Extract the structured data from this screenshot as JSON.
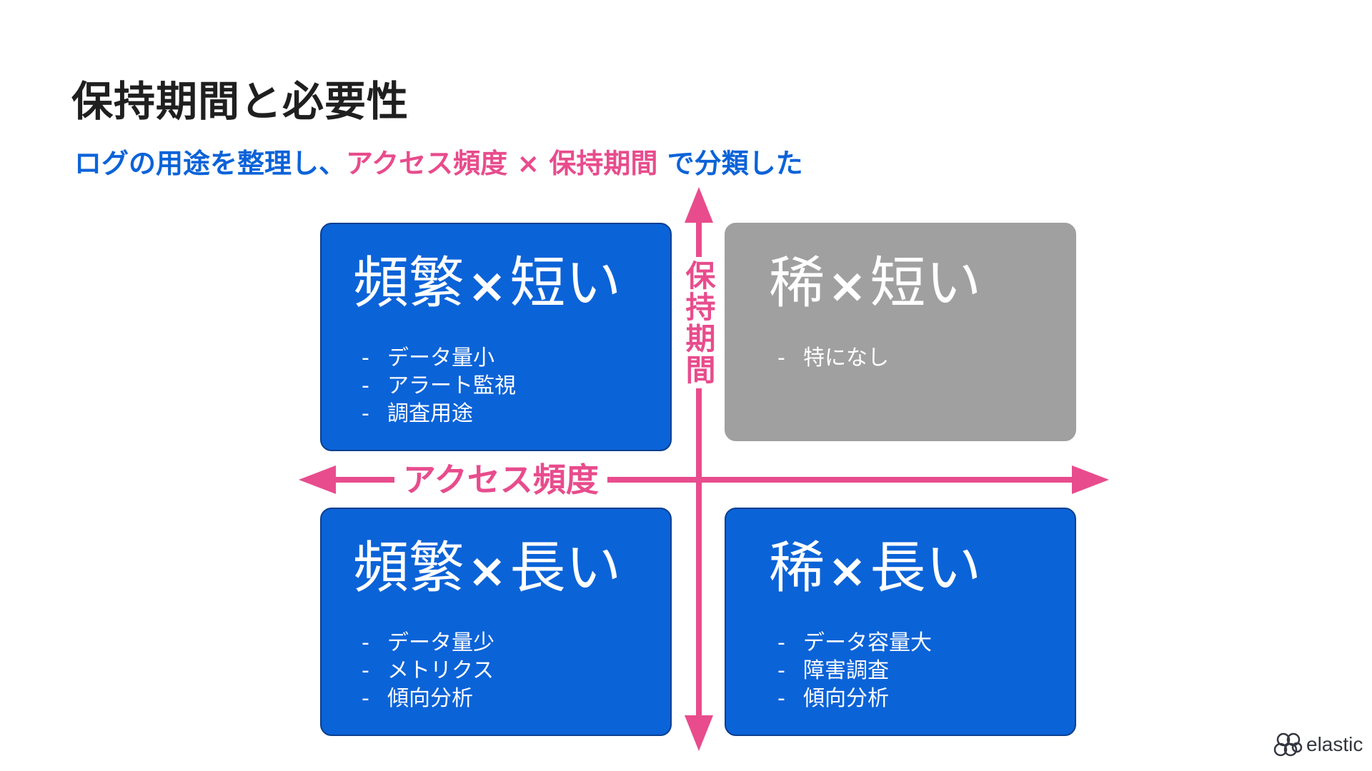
{
  "title": "保持期間と必要性",
  "subtitle": {
    "part1": "ログの用途を整理し、",
    "part2": "アクセス頻度 × 保持期間",
    "part3": " で分類した"
  },
  "axes": {
    "vertical_label": "保持期間",
    "horizontal_label": "アクセス頻度",
    "color": "#e84c8d"
  },
  "quadrants": [
    {
      "head_left": "頻繁",
      "head_x": "×",
      "head_right": "短い",
      "color": "#0b63d8",
      "items": [
        "データ量小",
        "アラート監視",
        "調査用途"
      ]
    },
    {
      "head_left": "稀",
      "head_x": "×",
      "head_right": "短い",
      "color": "#a0a0a0",
      "items": [
        "特になし"
      ]
    },
    {
      "head_left": "頻繁",
      "head_x": "×",
      "head_right": "長い",
      "color": "#0b63d8",
      "items": [
        "データ量少",
        "メトリクス",
        "傾向分析"
      ]
    },
    {
      "head_left": "稀",
      "head_x": "×",
      "head_right": "長い",
      "color": "#0b63d8",
      "items": [
        "データ容量大",
        "障害調査",
        "傾向分析"
      ]
    }
  ],
  "list_dash": "-",
  "logo": {
    "text": "elastic",
    "icon": "elastic-logo-icon"
  }
}
